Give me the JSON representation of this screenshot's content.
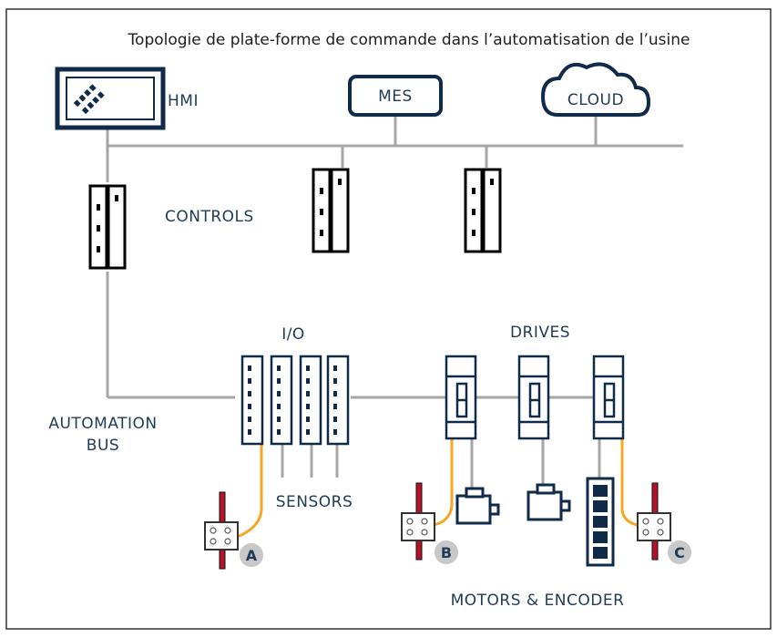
{
  "diagram": {
    "title": "Topologie de plate-forme de commande dans l’automatisation de l’usine",
    "labels": {
      "hmi": "HMI",
      "mes": "MES",
      "cloud": "CLOUD",
      "controls": "CONTROLS",
      "io": "I/O",
      "drives": "DRIVES",
      "automation_1": "AUTOMATION",
      "automation_2": "BUS",
      "sensors": "SENSORS",
      "motors": "MOTORS & ENCODER"
    },
    "badges": {
      "a": "A",
      "b": "B",
      "c": "C"
    },
    "colors": {
      "navy": "#102a4a",
      "line_gray": "#a6a6a6",
      "orange": "#f5a623",
      "red": "#b5122b",
      "badge_gray": "#c8c8c8"
    }
  }
}
